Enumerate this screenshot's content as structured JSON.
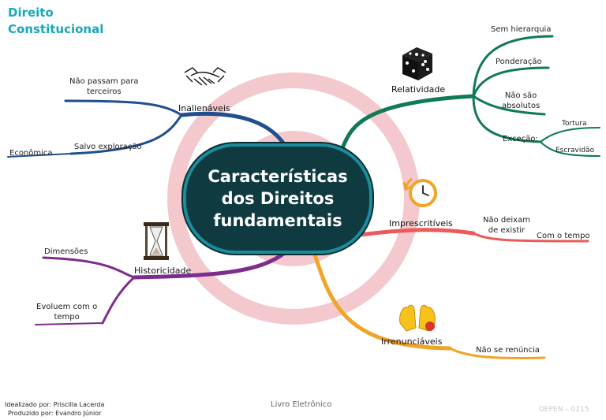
{
  "header": {
    "title_line1": "Direito",
    "title_line2": "Constitucional"
  },
  "center": {
    "line1": "Características",
    "line2": "dos Direitos",
    "line3": "fundamentais"
  },
  "branches": {
    "inalienaveis": {
      "label": "Inalienáveis",
      "leaf1": "Não passam para terceiros",
      "leaf1_l1": "Não passam para",
      "leaf1_l2": "terceiros",
      "leaf2": "Salvo exploração",
      "leaf3": "Econômica"
    },
    "historicidade": {
      "label": "Historicidade",
      "leaf1": "Dimensões",
      "leaf2_l1": "Evoluem com o",
      "leaf2_l2": "tempo"
    },
    "relatividade": {
      "label": "Relatividade",
      "leaf1": "Sem hierarquia",
      "leaf2": "Ponderação",
      "leaf3_l1": "Não são",
      "leaf3_l2": "absolutos",
      "leaf4": "Exceção:",
      "leaf5": "Tortura",
      "leaf6": "Escravidão"
    },
    "imprescritiveis": {
      "label": "Imprescritíveis",
      "leaf1_l1": "Não deixam",
      "leaf1_l2": "de existir",
      "leaf2": "Com o tempo"
    },
    "irrenunciaveis": {
      "label": "Irrenunciáveis",
      "leaf1": "Não se renúncia"
    }
  },
  "colors": {
    "blue": "#1f4f8f",
    "purple": "#7d2d8e",
    "green": "#0f7a55",
    "red": "#ec5a5a",
    "orange": "#f0a428",
    "watermark": "#f3c9ce"
  },
  "icons": [
    "handshake-icon",
    "hourglass-icon",
    "dice-icon",
    "clock-icon",
    "hands-icon"
  ],
  "footer": {
    "left_l1": "Idealizado por: Priscilla Lacerda",
    "left_l2": "Produzido por: Evandro Júnior",
    "center": "Livro Eletrônico",
    "right": "DEPEN – 0215"
  }
}
